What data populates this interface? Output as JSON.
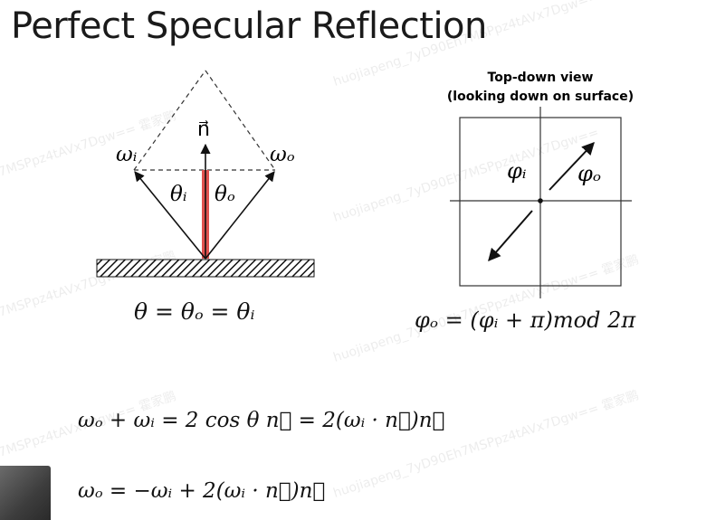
{
  "title": "Perfect Specular Reflection",
  "left_diagram": {
    "label_normal": "n⃗",
    "label_omega_i": "ωᵢ",
    "label_omega_o": "ωₒ",
    "label_theta_i": "θᵢ",
    "label_theta_o": "θₒ",
    "equation": "θ = θₒ = θᵢ"
  },
  "right_diagram": {
    "heading_line1": "Top-down view",
    "heading_line2": "(looking down on surface)",
    "label_phi_i": "φᵢ",
    "label_phi_o": "φₒ",
    "equation": "φₒ = (φᵢ + π)mod 2π"
  },
  "equations": {
    "eq1": "ωₒ + ωᵢ = 2 cos θ n⃗ = 2(ωᵢ · n⃗)n⃗",
    "eq2": "ωₒ = −ωᵢ + 2(ωᵢ · n⃗)n⃗"
  },
  "watermarks": {
    "w1": "huojiapeng_7yD90Eh7MSPpz4tAVx7Dgw== 霍家鹏",
    "w2": "7MSPpz4tAVx7Dgw== 霍家鹏",
    "w3": "huojiapeng_7yD90Eh7MSPpz4tAVx7Dgw==",
    "w4": "7MSPpz4tAVx7Dgw== 霍家鹏",
    "w5": "huojiapeng_7yD90Eh7MSPpz4tAVx7Dgw== 霍家鹏",
    "w6": "7MSPpz4tAVx7Dgw== 霍家鹏",
    "w7": "huojiapeng_7yD90Eh7MSPpz4tAVx7Dgw== 霍家鹏"
  },
  "colors": {
    "normal_highlight": "#e0524f",
    "ink": "#111111"
  }
}
